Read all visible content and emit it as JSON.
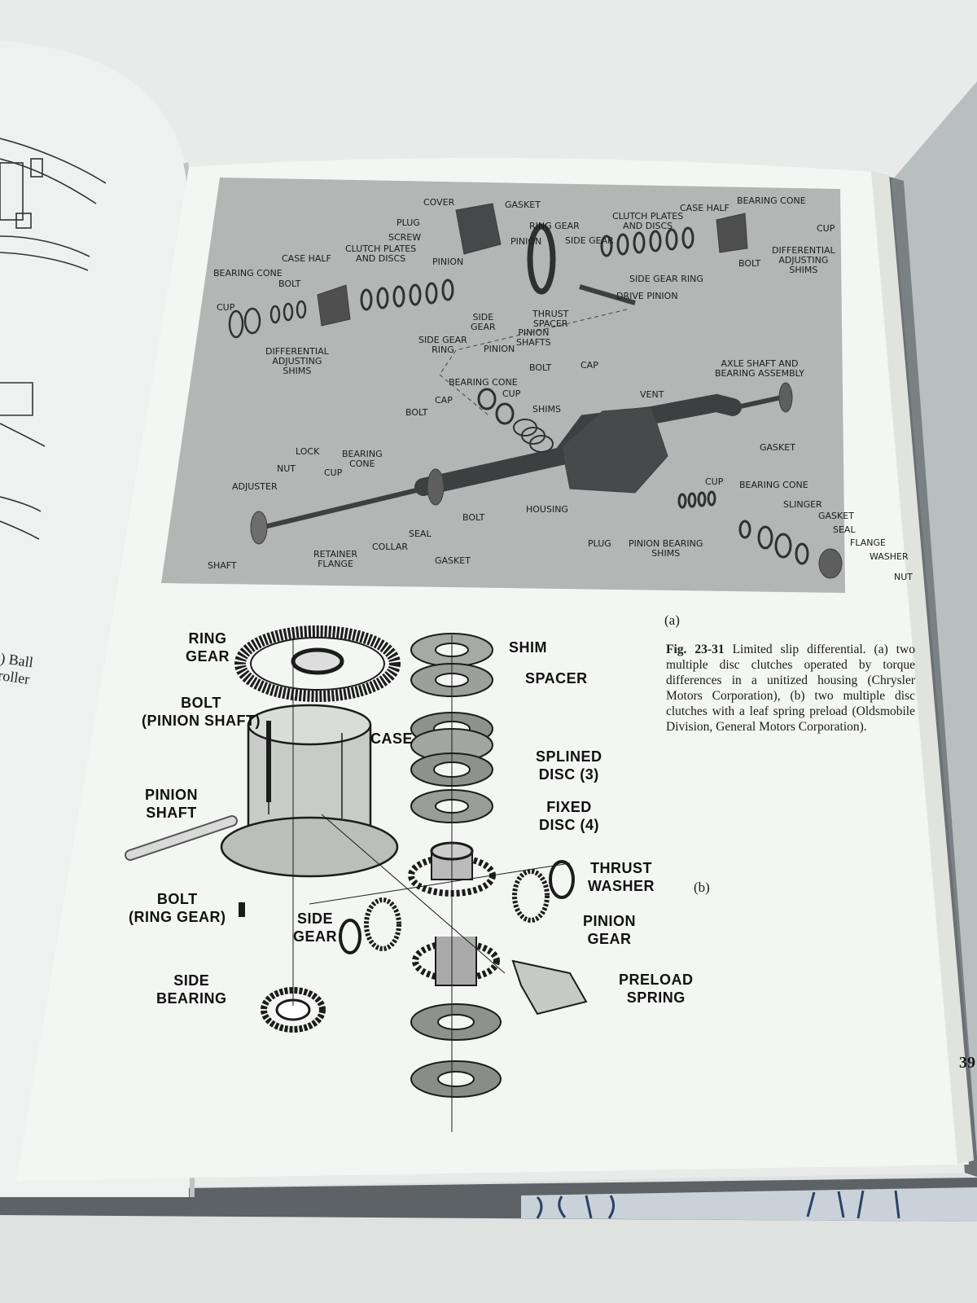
{
  "page": {
    "left_page_fragment": ") Ball\nroller",
    "page_number": "39"
  },
  "figure_a": {
    "panel_label": "(a)",
    "labels": {
      "cover": "COVER",
      "gasket_top": "GASKET",
      "plug_top": "PLUG",
      "screw": "SCREW",
      "ring_gear": "RING GEAR",
      "pinion_a": "PINION",
      "side_gear_top": "SIDE GEAR",
      "clutch_plates_right": "CLUTCH PLATES\nAND DISCS",
      "case_half_right": "CASE HALF",
      "bearing_cone_top_right": "BEARING CONE",
      "cup_top_right": "CUP",
      "diff_shims_right": "DIFFERENTIAL\nADJUSTING\nSHIMS",
      "bolt_right": "BOLT",
      "side_gear_ring_right": "SIDE GEAR RING",
      "drive_pinion": "DRIVE PINION",
      "clutch_plates_left": "CLUTCH PLATES\nAND DISCS",
      "pinion_b": "PINION",
      "case_half_left": "CASE HALF",
      "bearing_cone_left": "BEARING CONE",
      "bolt_left": "BOLT",
      "cup_left": "CUP",
      "diff_shims_left": "DIFFERENTIAL\nADJUSTING\nSHIMS",
      "side_gear_mid": "SIDE\nGEAR",
      "thrust_spacer": "THRUST\nSPACER",
      "pinion_shafts": "PINION\nSHAFTS",
      "side_gear_ring_left": "SIDE GEAR\nRING",
      "pinion_c": "PINION",
      "bolt_mid": "BOLT",
      "cap_top": "CAP",
      "bearing_cone_mid": "BEARING CONE",
      "cup_mid": "CUP",
      "cap_mid": "CAP",
      "shims_mid": "SHIMS",
      "bolt_mid2": "BOLT",
      "axle_shaft": "AXLE SHAFT AND\nBEARING ASSEMBLY",
      "vent": "VENT",
      "gasket_axle": "GASKET",
      "lock": "LOCK",
      "bearing_cone_lower": "BEARING\nCONE",
      "nut_left": "NUT",
      "cup_lower": "CUP",
      "adjuster": "ADJUSTER",
      "bolt_lower": "BOLT",
      "housing": "HOUSING",
      "cup_pinion": "CUP",
      "bearing_cone_pinion": "BEARING CONE",
      "slinger": "SLINGER",
      "gasket_pinion": "GASKET",
      "seal_pinion": "SEAL",
      "flange": "FLANGE",
      "washer": "WASHER",
      "nut_pinion": "NUT",
      "seal_lower": "SEAL",
      "collar": "COLLAR",
      "retainer_flange": "RETAINER\nFLANGE",
      "gasket_lower": "GASKET",
      "plug_lower": "PLUG",
      "pinion_bearing_shims": "PINION BEARING\nSHIMS",
      "shaft": "SHAFT"
    }
  },
  "figure_b": {
    "panel_label": "(b)",
    "labels": {
      "ring_gear": "RING\nGEAR",
      "bolt_pinion_shaft": "BOLT\n(PINION SHAFT)",
      "case": "CASE",
      "pinion_shaft": "PINION\nSHAFT",
      "bolt_ring_gear": "BOLT\n(RING GEAR)",
      "side_gear": "SIDE\nGEAR",
      "side_bearing": "SIDE\nBEARING",
      "shim": "SHIM",
      "spacer": "SPACER",
      "splined_disc": "SPLINED\nDISC (3)",
      "fixed_disc": "FIXED\nDISC (4)",
      "thrust_washer": "THRUST\nWASHER",
      "pinion_gear": "PINION\nGEAR",
      "preload_spring": "PRELOAD\nSPRING"
    }
  },
  "caption": {
    "fig_number": "Fig. 23-31",
    "text": "Limited slip differential. (a) two multiple disc clutches operated by torque differences in a unitized housing (Chrysler Motors Corporation), (b) two multiple disc clutches with a leaf spring preload (Oldsmobile Division, General Motors Corporation)."
  }
}
